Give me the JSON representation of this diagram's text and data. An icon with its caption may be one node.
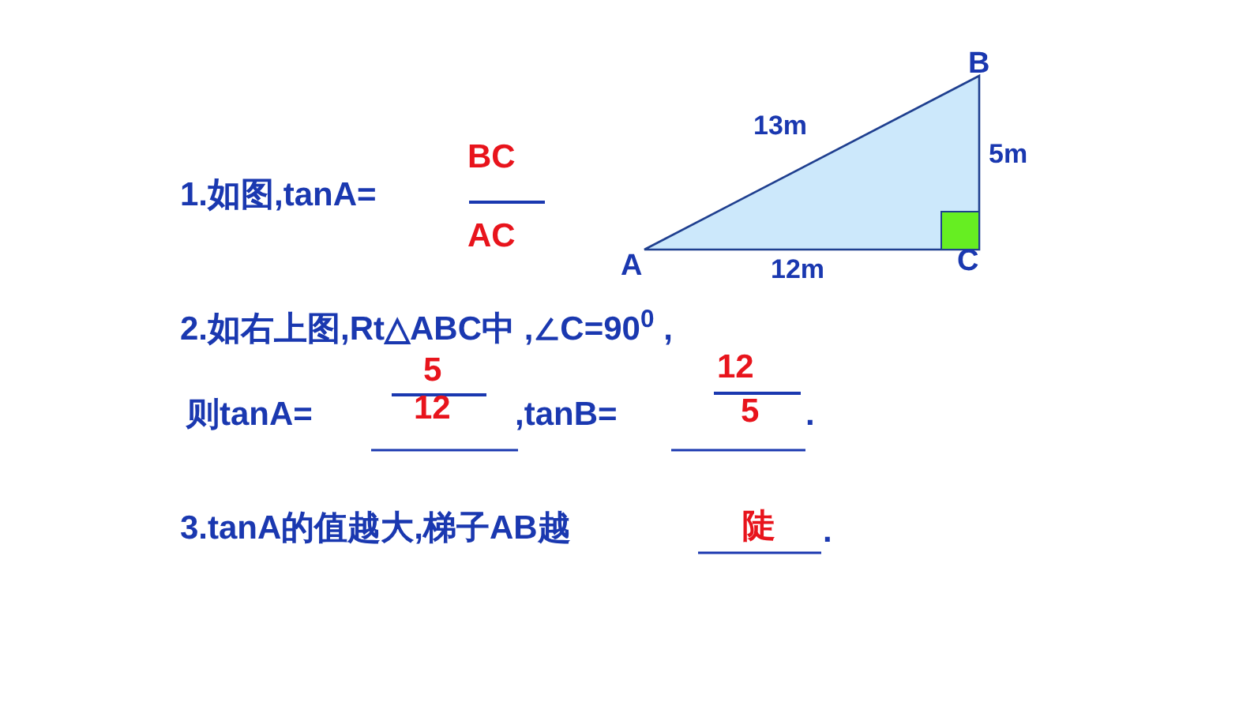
{
  "diagram": {
    "labels": [
      "B",
      "13m",
      "5m",
      "1.如图,tanA=",
      "BC",
      "AC",
      "A",
      "12m",
      "C",
      "2.如右上图,Rt△ABC中 ,∠C=90$^{0}$ ,",
      "5",
      "12",
      "则tanA=",
      "12",
      ",tanB=",
      "5",
      ".",
      "3.tanA的值越大,梯子AB越",
      "陡",
      "."
    ]
  }
}
